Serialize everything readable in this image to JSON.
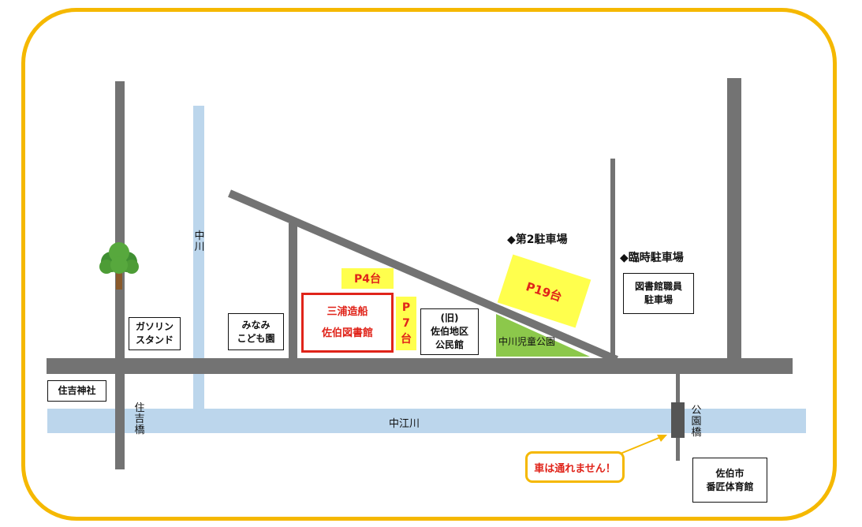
{
  "colors": {
    "frame": "#f5b800",
    "road": "#737373",
    "river": "#bcd6ec",
    "parking": "#ffff4d",
    "parking_text": "#e0241a",
    "park": "#8cc84b",
    "library_border": "#e0241a",
    "callout_border": "#f5b800"
  },
  "rivers": {
    "naka_gawa": "中川",
    "naka_e_gawa": "中江川"
  },
  "bridges": {
    "sumiyoshi": "住吉橋",
    "koen": "公園橋"
  },
  "places": {
    "gas_station": "ガソリン\nスタンド",
    "minami_kodomo": "みなみ\nこども園",
    "sumiyoshi_shrine": "住吉神社",
    "community_hall": "(旧)\n佐伯地区\n公民館",
    "staff_parking": "図書館職員\n駐車場",
    "gymnasium": "佐伯市\n番匠体育館"
  },
  "library": {
    "line1": "三浦造船",
    "line2": "佐伯図書館"
  },
  "parking": {
    "p4": "P4台",
    "p7": "P\n7\n台",
    "p19": "P19台",
    "second_lot": "◆第2駐車場",
    "temporary_lot": "◆臨時駐車場"
  },
  "park": {
    "name": "中川児童公園"
  },
  "notice": {
    "no_cars": "車は通れません！"
  },
  "icons": {
    "tree": "tree-icon"
  }
}
